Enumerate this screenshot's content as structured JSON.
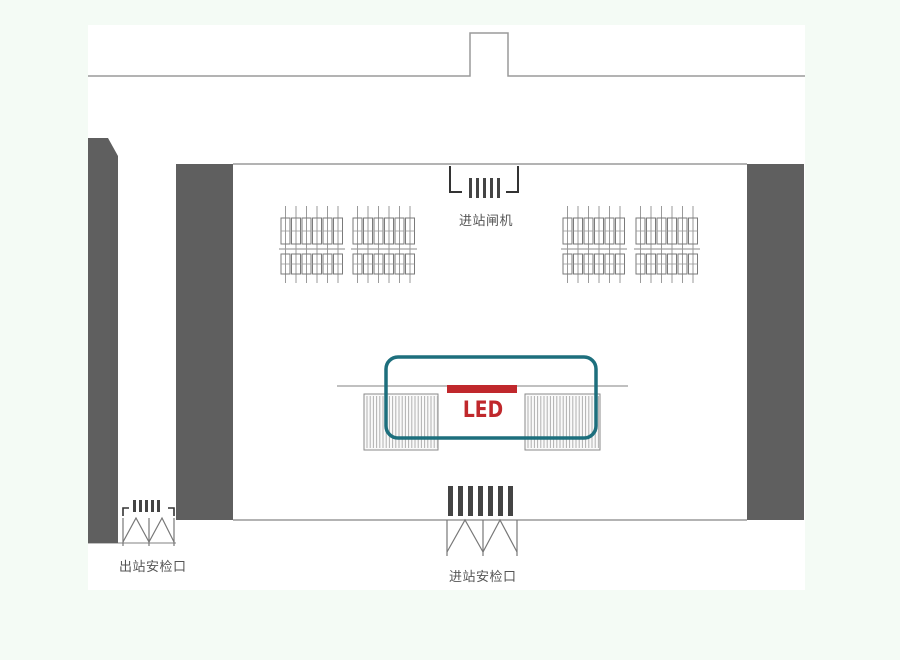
{
  "labels": {
    "entry_gate": "进站闸机",
    "entry_security": "进站安检口",
    "exit_security": "出站安检口",
    "led": "LED"
  },
  "colors": {
    "background": "#f4fbf5",
    "floor": "#ffffff",
    "wall": "#5f5f5f",
    "line": "#9a9a9a",
    "led_bar": "#c0282c",
    "highlight": "#1d6f7d"
  }
}
